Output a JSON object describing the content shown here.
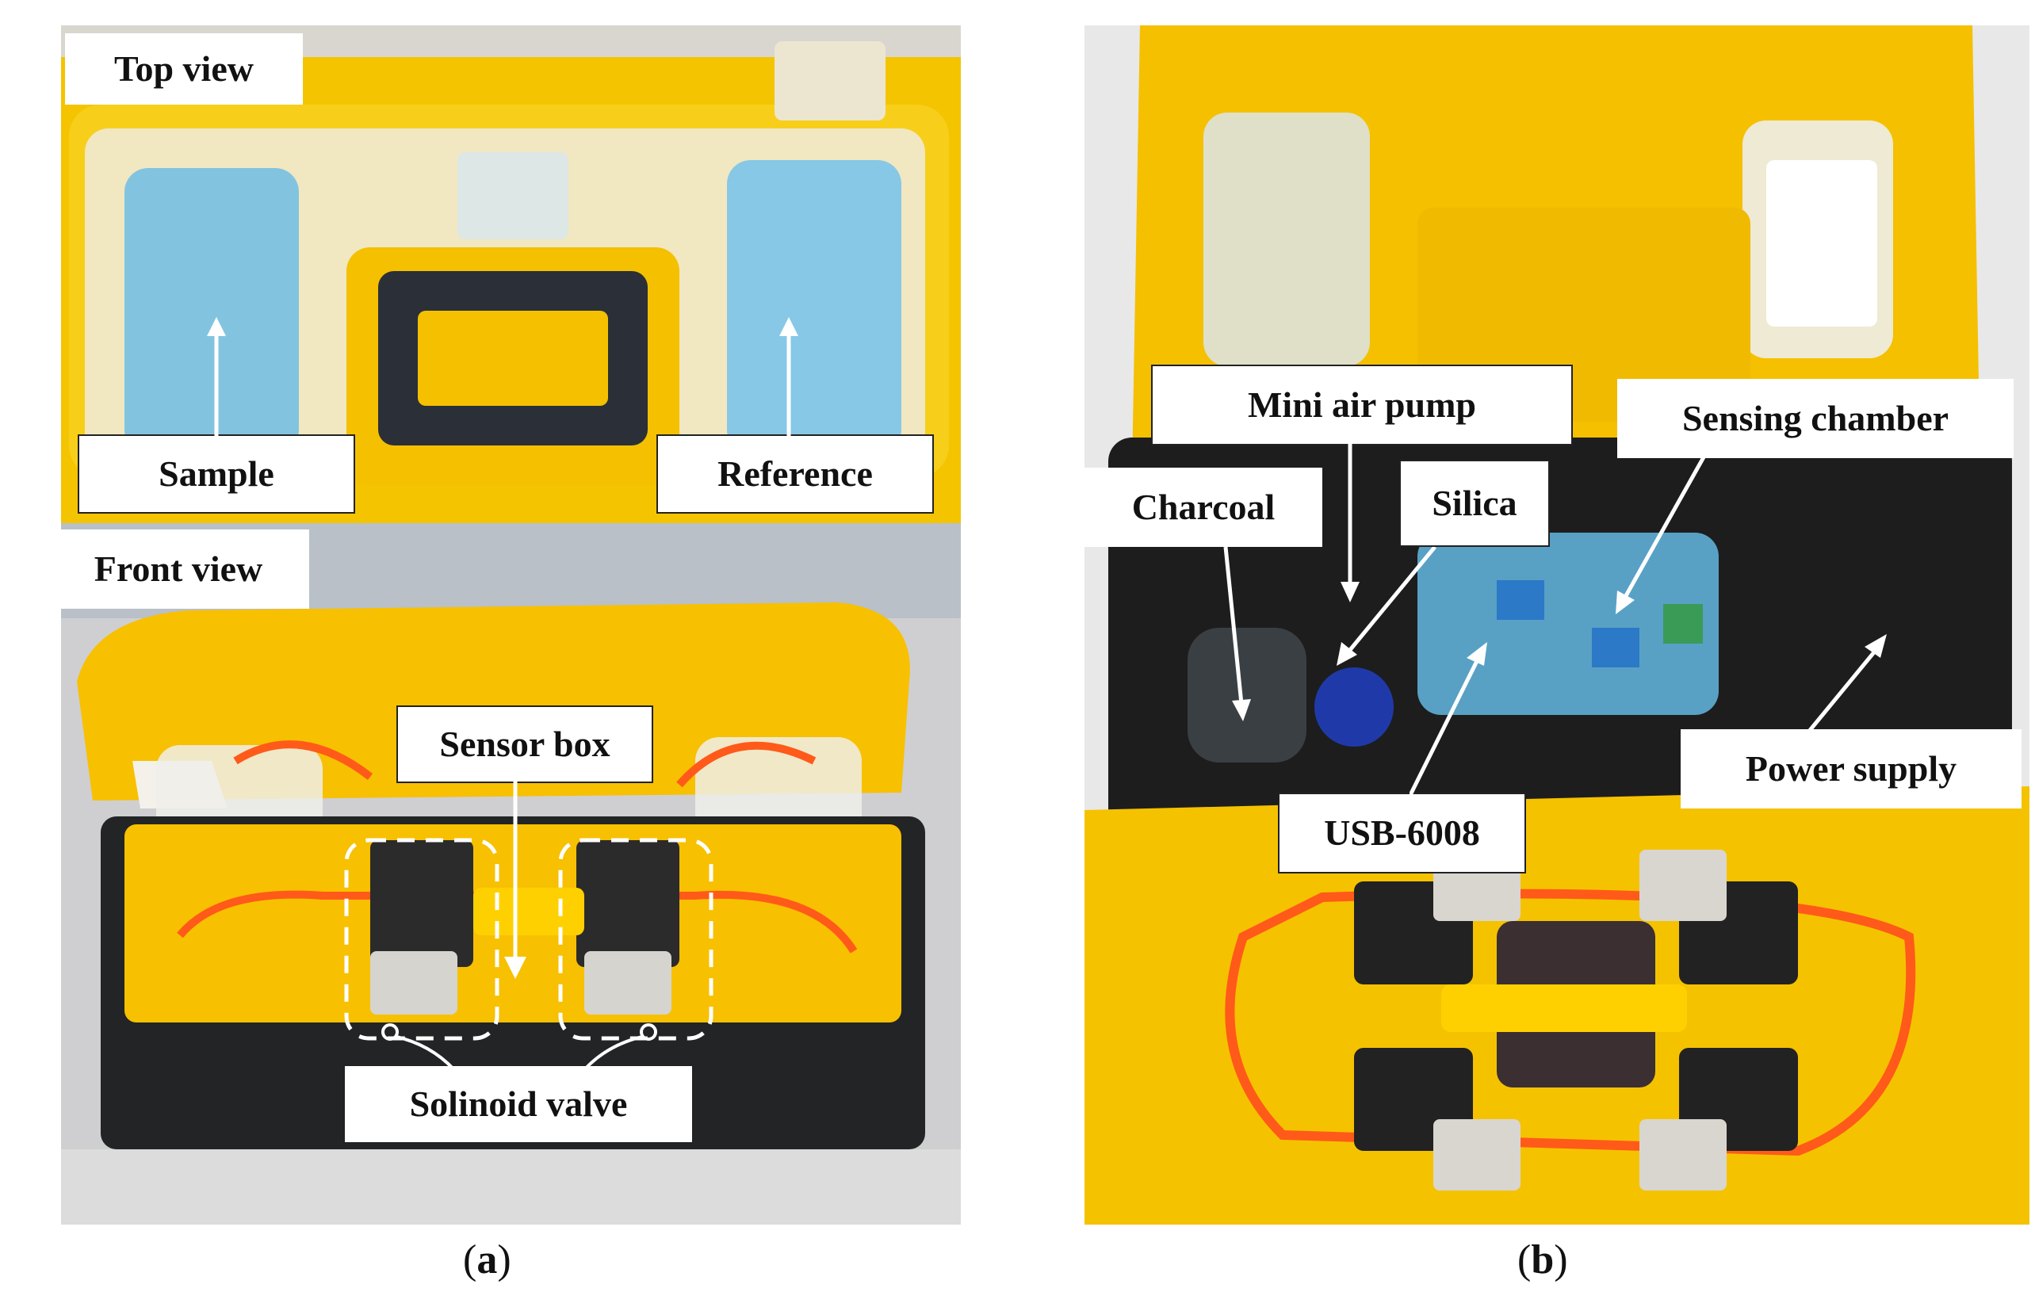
{
  "panel_a": {
    "caption_open": "(",
    "caption_letter": "a",
    "caption_close": ")",
    "top_view_label": "Top view",
    "front_view_label": "Front view",
    "sample_label": "Sample",
    "reference_label": "Reference",
    "sensor_box_label": "Sensor box",
    "solenoid_valve_label": "Solinoid valve"
  },
  "panel_b": {
    "caption_open": "(",
    "caption_letter": "b",
    "caption_close": ")",
    "mini_air_pump_label": "Mini air pump",
    "sensing_chamber_label": "Sensing chamber",
    "charcoal_label": "Charcoal",
    "silica_label": "Silica",
    "power_supply_label": "Power supply",
    "usb_label": "USB-6008"
  },
  "colors": {
    "case_yellow": "#f5c400",
    "case_black": "#1c1c1c",
    "tube_orange": "#ff5a1a",
    "container_blue": "#7ec3e3"
  }
}
